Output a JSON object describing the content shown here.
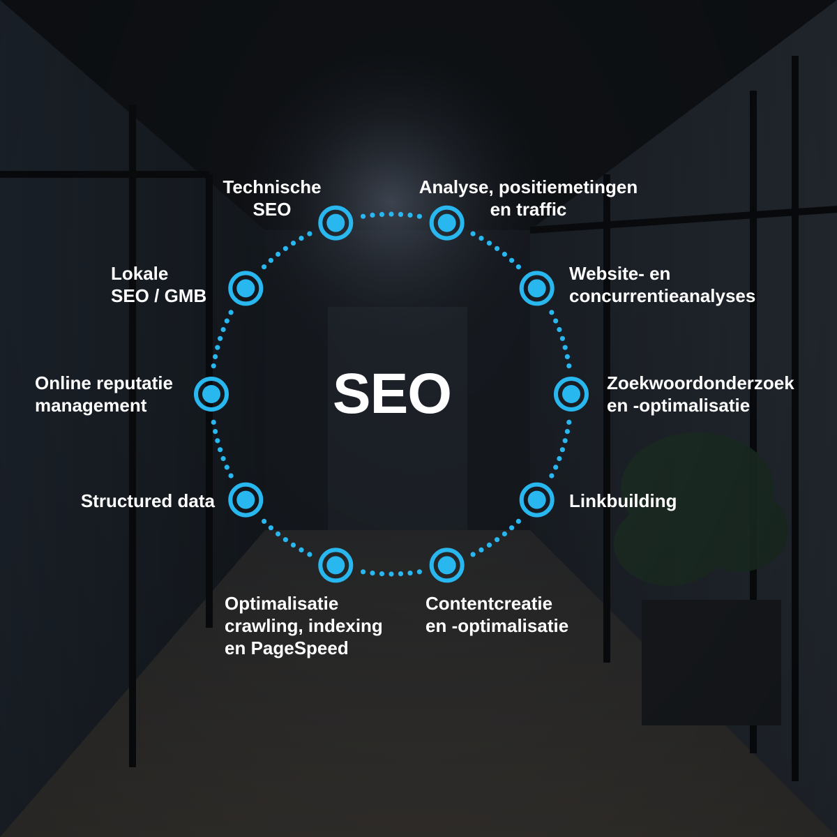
{
  "diagram": {
    "center_label": "SEO",
    "accent_color": "#29b7f0",
    "nodes": [
      {
        "id": "technische-seo",
        "lines": [
          "Technische",
          "SEO"
        ]
      },
      {
        "id": "analyse",
        "lines": [
          "Analyse, positiemetingen",
          "en traffic"
        ]
      },
      {
        "id": "website-analyses",
        "lines": [
          "Website- en",
          "concurrentieanalyses"
        ]
      },
      {
        "id": "zoekwoordonderzoek",
        "lines": [
          "Zoekwoordonderzoek",
          "en -optimalisatie"
        ]
      },
      {
        "id": "linkbuilding",
        "lines": [
          "Linkbuilding"
        ]
      },
      {
        "id": "contentcreatie",
        "lines": [
          "Contentcreatie",
          "en -optimalisatie"
        ]
      },
      {
        "id": "optimalisatie-crawling",
        "lines": [
          "Optimalisatie",
          "crawling, indexing",
          "en PageSpeed"
        ]
      },
      {
        "id": "structured-data",
        "lines": [
          "Structured data"
        ]
      },
      {
        "id": "online-reputatie",
        "lines": [
          "Online reputatie",
          "management"
        ]
      },
      {
        "id": "lokale-seo",
        "lines": [
          "Lokale",
          "SEO / GMB"
        ]
      }
    ]
  }
}
